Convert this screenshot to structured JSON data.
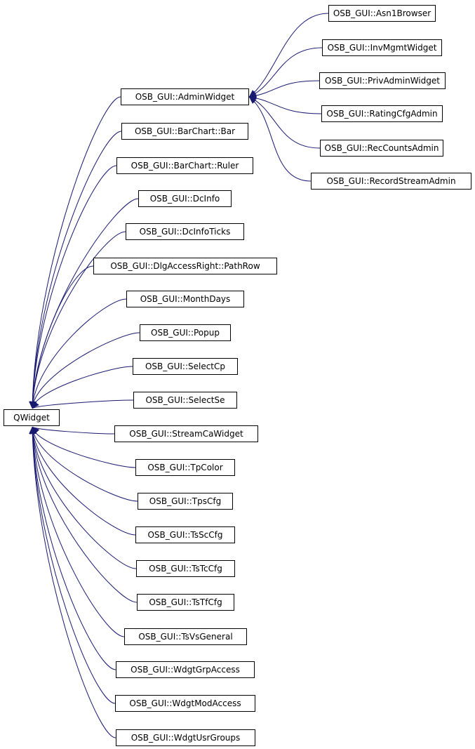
{
  "diagram": {
    "root": {
      "id": "QWidget",
      "label": "QWidget"
    },
    "nodes": [
      {
        "id": "AdminWidget",
        "label": "OSB_GUI::AdminWidget"
      },
      {
        "id": "Asn1Browser",
        "label": "OSB_GUI::Asn1Browser"
      },
      {
        "id": "InvMgmtWidget",
        "label": "OSB_GUI::InvMgmtWidget"
      },
      {
        "id": "PrivAdminWidget",
        "label": "OSB_GUI::PrivAdminWidget"
      },
      {
        "id": "RatingCfgAdmin",
        "label": "OSB_GUI::RatingCfgAdmin"
      },
      {
        "id": "RecCountsAdmin",
        "label": "OSB_GUI::RecCountsAdmin"
      },
      {
        "id": "RecordStreamAdmin",
        "label": "OSB_GUI::RecordStreamAdmin"
      },
      {
        "id": "BarChartBar",
        "label": "OSB_GUI::BarChart::Bar"
      },
      {
        "id": "BarChartRuler",
        "label": "OSB_GUI::BarChart::Ruler"
      },
      {
        "id": "DcInfo",
        "label": "OSB_GUI::DcInfo"
      },
      {
        "id": "DcInfoTicks",
        "label": "OSB_GUI::DcInfoTicks"
      },
      {
        "id": "PathRow",
        "label": "OSB_GUI::DlgAccessRight::PathRow"
      },
      {
        "id": "MonthDays",
        "label": "OSB_GUI::MonthDays"
      },
      {
        "id": "Popup",
        "label": "OSB_GUI::Popup"
      },
      {
        "id": "SelectCp",
        "label": "OSB_GUI::SelectCp"
      },
      {
        "id": "SelectSe",
        "label": "OSB_GUI::SelectSe"
      },
      {
        "id": "StreamCaWidget",
        "label": "OSB_GUI::StreamCaWidget"
      },
      {
        "id": "TpColor",
        "label": "OSB_GUI::TpColor"
      },
      {
        "id": "TpsCfg",
        "label": "OSB_GUI::TpsCfg"
      },
      {
        "id": "TsScCfg",
        "label": "OSB_GUI::TsScCfg"
      },
      {
        "id": "TsTcCfg",
        "label": "OSB_GUI::TsTcCfg"
      },
      {
        "id": "TsTfCfg",
        "label": "OSB_GUI::TsTfCfg"
      },
      {
        "id": "TsVsGeneral",
        "label": "OSB_GUI::TsVsGeneral"
      },
      {
        "id": "WdgtGrpAccess",
        "label": "OSB_GUI::WdgtGrpAccess"
      },
      {
        "id": "WdgtModAccess",
        "label": "OSB_GUI::WdgtModAccess"
      },
      {
        "id": "WdgtUsrGroups",
        "label": "OSB_GUI::WdgtUsrGroups"
      }
    ],
    "edges": [
      {
        "from": "Asn1Browser",
        "to": "AdminWidget"
      },
      {
        "from": "InvMgmtWidget",
        "to": "AdminWidget"
      },
      {
        "from": "PrivAdminWidget",
        "to": "AdminWidget"
      },
      {
        "from": "RatingCfgAdmin",
        "to": "AdminWidget"
      },
      {
        "from": "RecCountsAdmin",
        "to": "AdminWidget"
      },
      {
        "from": "RecordStreamAdmin",
        "to": "AdminWidget"
      },
      {
        "from": "AdminWidget",
        "to": "QWidget"
      },
      {
        "from": "BarChartBar",
        "to": "QWidget"
      },
      {
        "from": "BarChartRuler",
        "to": "QWidget"
      },
      {
        "from": "DcInfo",
        "to": "QWidget"
      },
      {
        "from": "DcInfoTicks",
        "to": "QWidget"
      },
      {
        "from": "PathRow",
        "to": "QWidget"
      },
      {
        "from": "MonthDays",
        "to": "QWidget"
      },
      {
        "from": "Popup",
        "to": "QWidget"
      },
      {
        "from": "SelectCp",
        "to": "QWidget"
      },
      {
        "from": "SelectSe",
        "to": "QWidget"
      },
      {
        "from": "StreamCaWidget",
        "to": "QWidget"
      },
      {
        "from": "TpColor",
        "to": "QWidget"
      },
      {
        "from": "TpsCfg",
        "to": "QWidget"
      },
      {
        "from": "TsScCfg",
        "to": "QWidget"
      },
      {
        "from": "TsTcCfg",
        "to": "QWidget"
      },
      {
        "from": "TsTfCfg",
        "to": "QWidget"
      },
      {
        "from": "TsVsGeneral",
        "to": "QWidget"
      },
      {
        "from": "WdgtGrpAccess",
        "to": "QWidget"
      },
      {
        "from": "WdgtModAccess",
        "to": "QWidget"
      },
      {
        "from": "WdgtUsrGroups",
        "to": "QWidget"
      }
    ],
    "colors": {
      "edge": "#191970",
      "node_border": "#000000",
      "node_fill": "#ffffff",
      "text": "#000000"
    }
  }
}
